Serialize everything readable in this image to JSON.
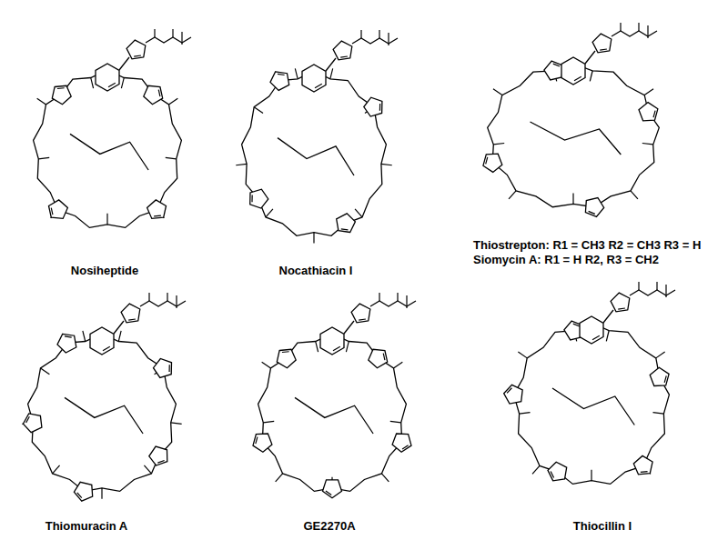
{
  "diagram": {
    "labels": [
      "Nosiheptide",
      "Nocathiacin I",
      "Thiostrepton: R1 = CH3  R2 = CH3  R3 = H",
      "Siomycin A: R1 = H  R2, R3 = CH2",
      "Thiomuracin A",
      "GE2270A",
      "Thiocillin I"
    ]
  }
}
